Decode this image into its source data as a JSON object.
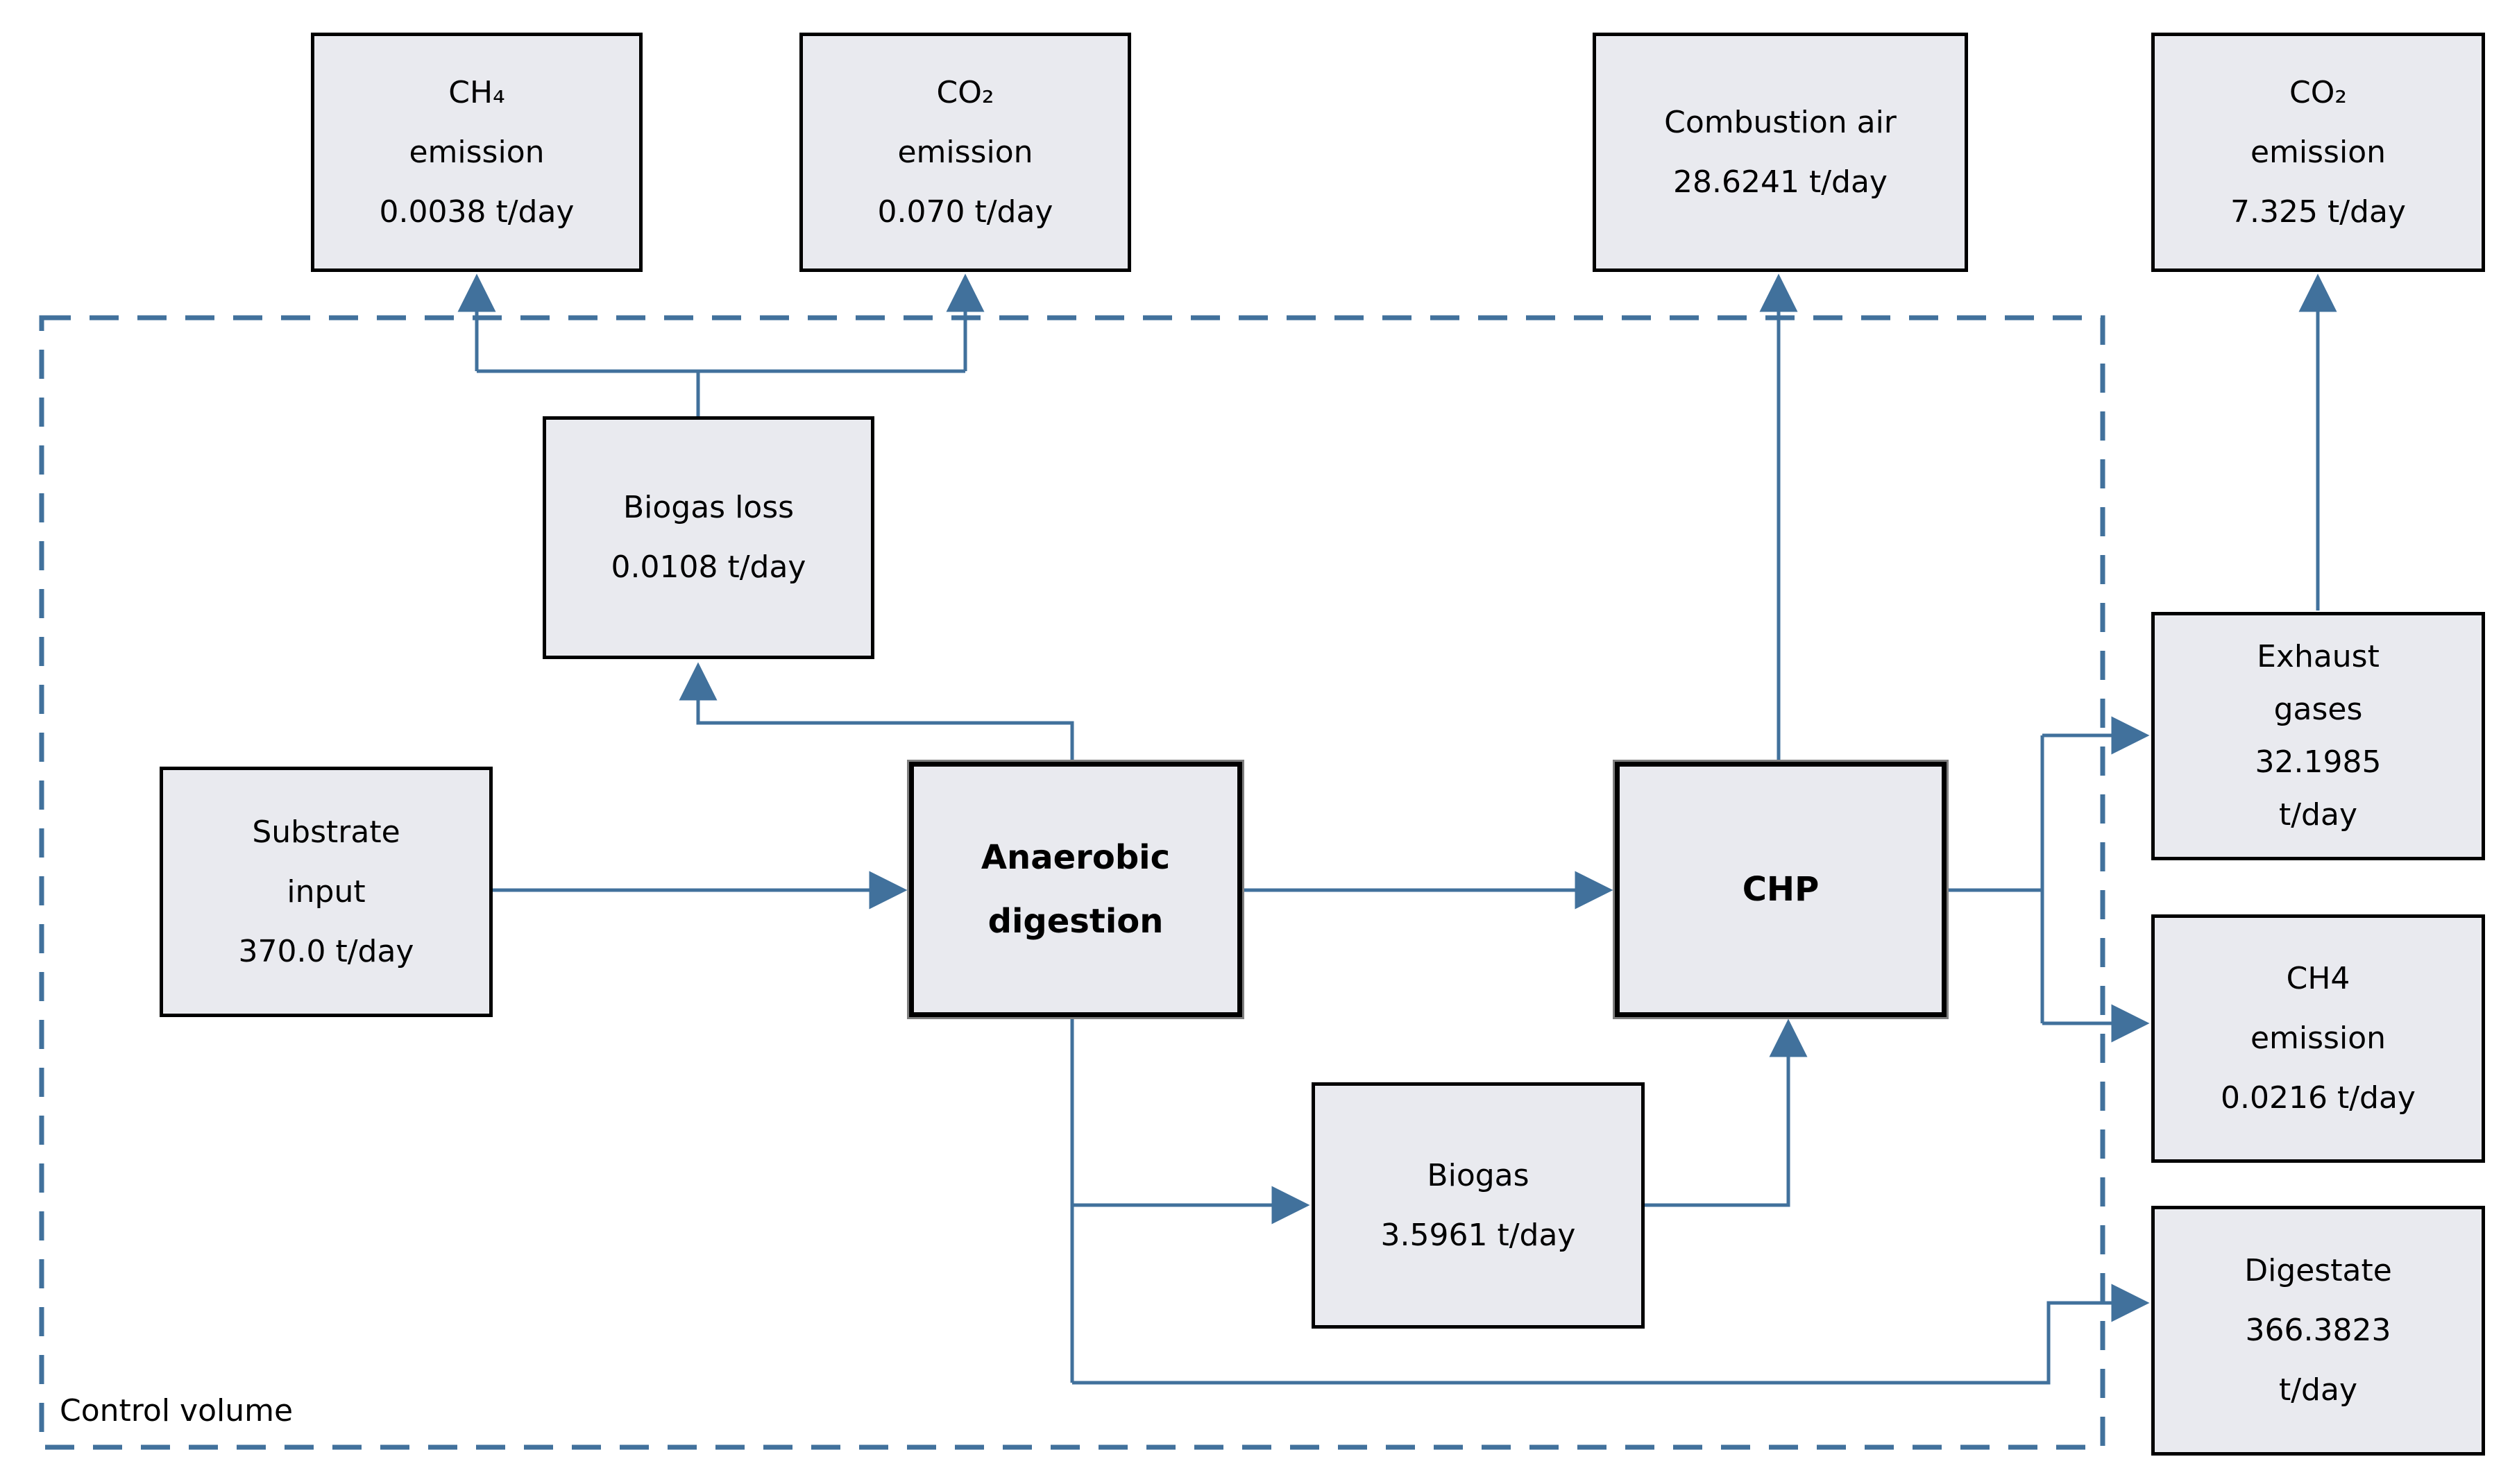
{
  "diagram": {
    "type": "process-flow-diagram",
    "control_volume_label": "Control volume",
    "colors": {
      "line": "#41719C",
      "box_fill": "#E9EAEF",
      "box_border": "#000000",
      "process_outline": "#7F7F7F",
      "text": "#000000"
    },
    "boxes": {
      "ch4_emission_top": {
        "lines": [
          "CH₄",
          "emission",
          "0.0038 t/day"
        ]
      },
      "co2_emission_top": {
        "lines": [
          "CO₂",
          "emission",
          "0.070 t/day"
        ]
      },
      "combustion_air": {
        "lines": [
          "Combustion air",
          "28.6241 t/day"
        ]
      },
      "co2_emission_right": {
        "lines": [
          "CO₂",
          "emission",
          "7.325 t/day"
        ]
      },
      "biogas_loss": {
        "lines": [
          "Biogas loss",
          "0.0108 t/day"
        ]
      },
      "substrate_input": {
        "lines": [
          "Substrate",
          "input",
          "370.0 t/day"
        ]
      },
      "anaerobic_digestion": {
        "lines": [
          "Anaerobic",
          "digestion"
        ]
      },
      "chp": {
        "lines": [
          "CHP"
        ]
      },
      "biogas": {
        "lines": [
          "Biogas",
          "3.5961 t/day"
        ]
      },
      "exhaust_gases": {
        "lines": [
          "Exhaust",
          "gases",
          "32.1985",
          "t/day"
        ]
      },
      "ch4_emission_right": {
        "lines": [
          "CH4",
          "emission",
          "0.0216 t/day"
        ]
      },
      "digestate": {
        "lines": [
          "Digestate",
          "366.3823",
          "t/day"
        ]
      }
    }
  }
}
